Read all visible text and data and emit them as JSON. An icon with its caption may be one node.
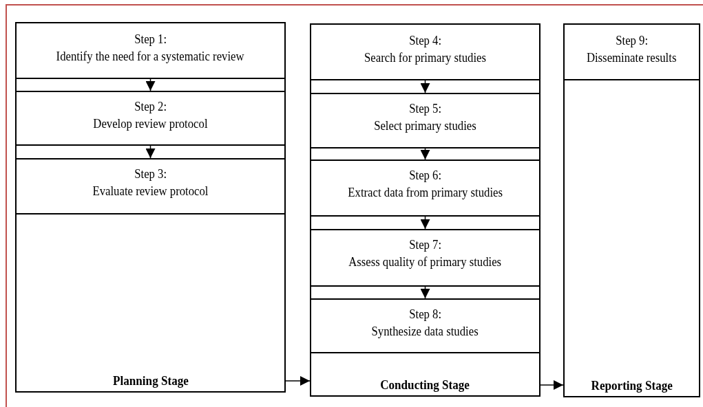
{
  "diagram": {
    "nodes": [
      {
        "text": [
          "Planning Stage"
        ]
      },
      {
        "text": [
          "Step 1:",
          "Identify the need for a systematic review"
        ],
        "in": 0
      },
      {
        "text": [
          "Step 2:",
          "Develop review protocol"
        ],
        "in": 0
      },
      {
        "text": [
          "Step 3:",
          "Evaluate review protocol"
        ],
        "in": 0
      },
      {
        "text": [
          "Conducting Stage"
        ]
      },
      {
        "text": [
          "Step 4:",
          "Search for primary studies"
        ],
        "in": 4
      },
      {
        "text": [
          "Step 5:",
          "Select primary studies"
        ],
        "in": 4
      },
      {
        "text": [
          "Step 6:",
          "Extract data from primary studies"
        ],
        "in": 4
      },
      {
        "text": [
          "Step 7:",
          "Assess quality of primary studies"
        ],
        "in": 4
      },
      {
        "text": [
          "Step 8:",
          "Synthesize data studies"
        ],
        "in": 4
      },
      {
        "text": [
          "Reporting Stage"
        ]
      },
      {
        "text": [
          "Step 9:",
          "Disseminate results"
        ],
        "in": 10
      }
    ],
    "edges": [
      {
        "from": 1,
        "to": 2,
        "arrow": "to"
      },
      {
        "from": 2,
        "to": 3,
        "arrow": "to"
      },
      {
        "from": 5,
        "to": 6,
        "arrow": "to"
      },
      {
        "from": 6,
        "to": 7,
        "arrow": "to"
      },
      {
        "from": 7,
        "to": 8,
        "arrow": "to"
      },
      {
        "from": 8,
        "to": 9,
        "arrow": "to"
      },
      {
        "from": 0,
        "to": 4,
        "arrow": "to"
      },
      {
        "from": 4,
        "to": 10,
        "arrow": "to"
      }
    ]
  }
}
